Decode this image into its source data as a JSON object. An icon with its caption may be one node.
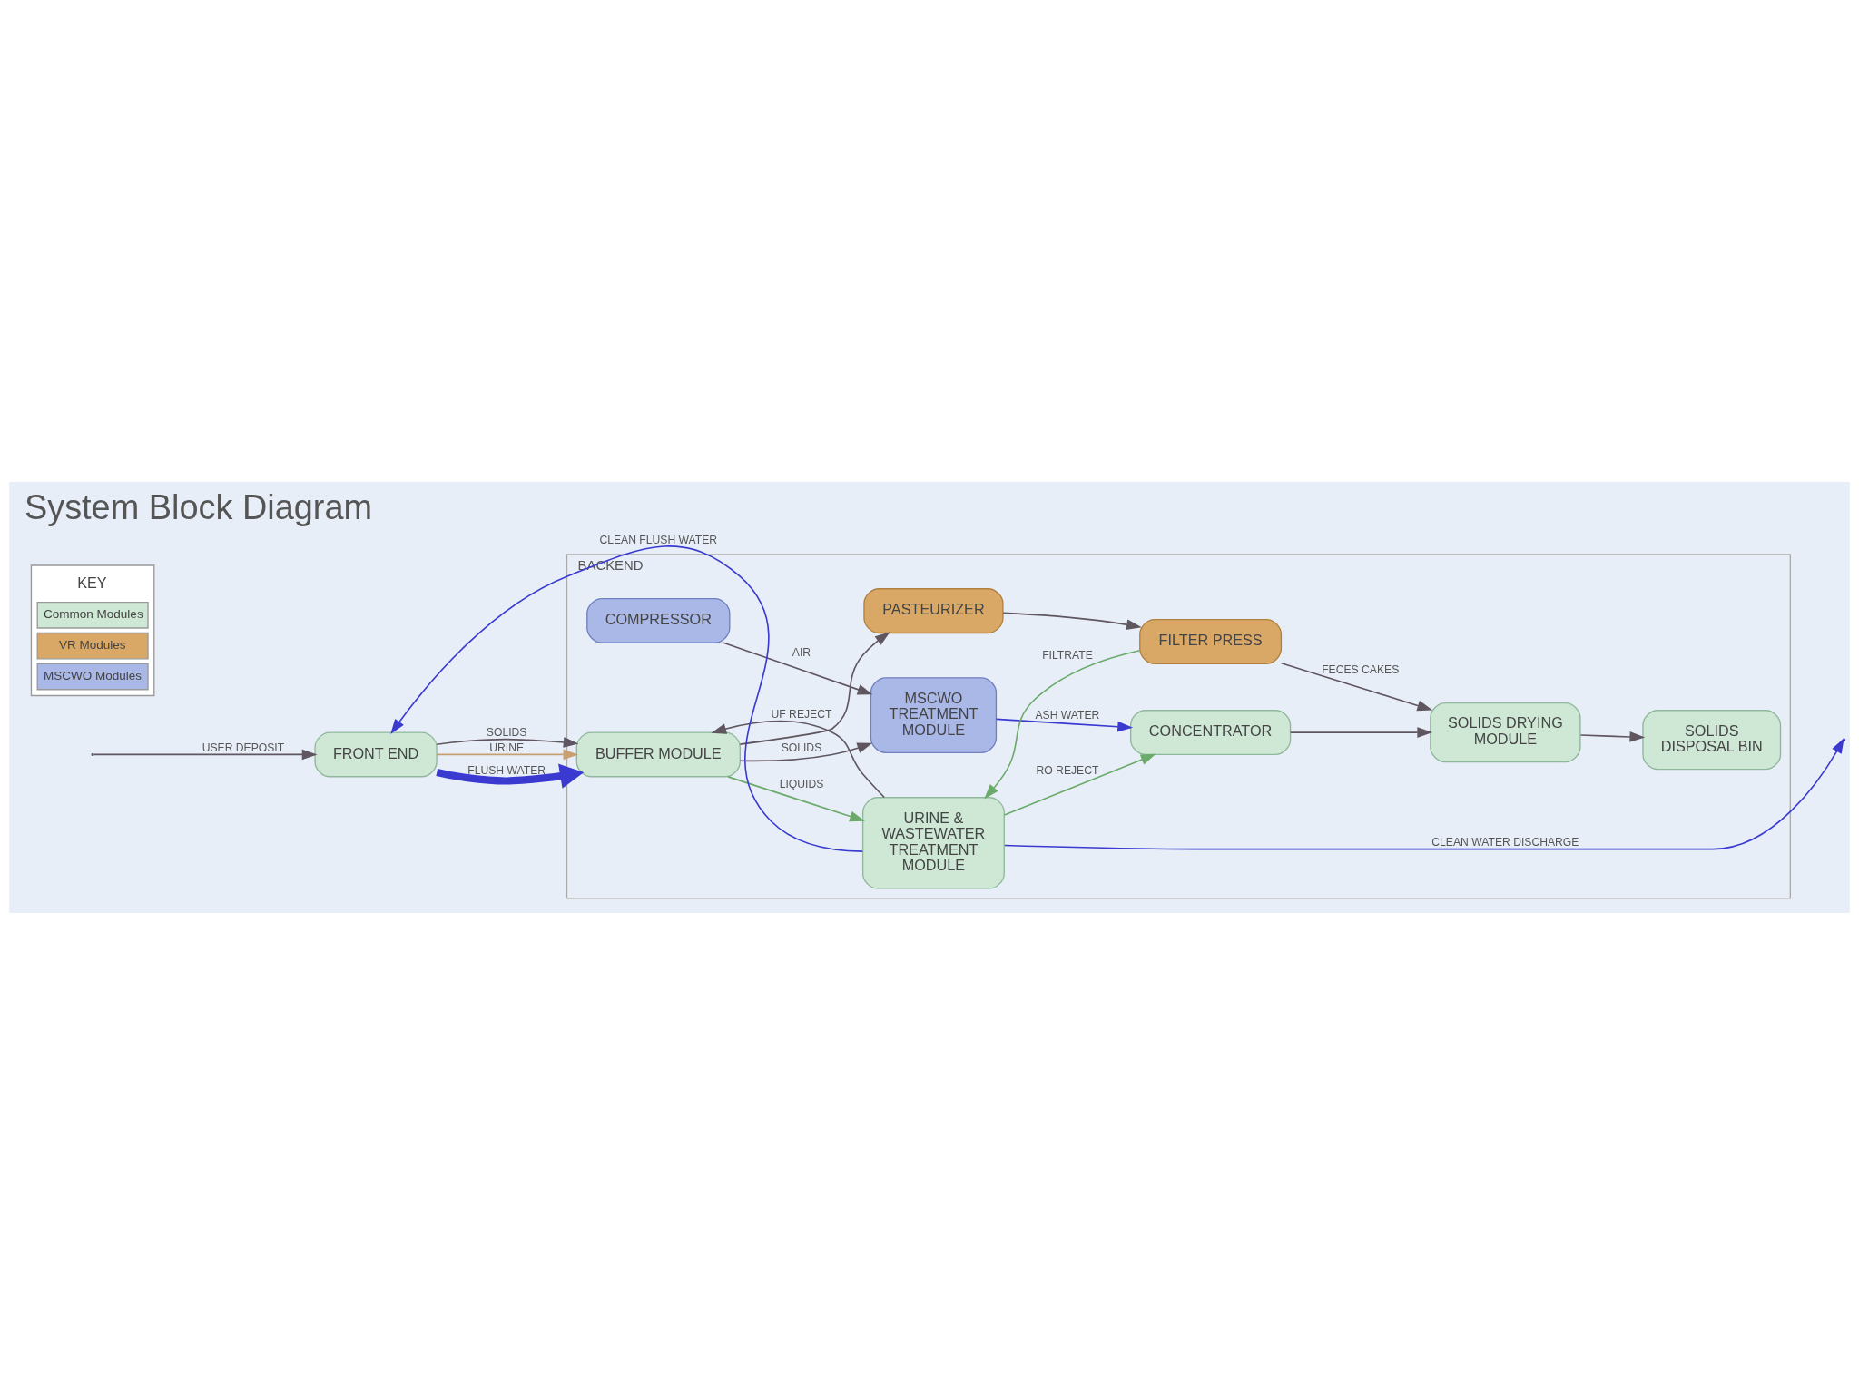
{
  "diagram": {
    "title": "System Block Diagram",
    "nodes": [
      {
        "text": [
          "BACKEND"
        ]
      },
      {
        "text": [
          "FRONT END"
        ]
      },
      {
        "text": [
          "COMPRESSOR"
        ],
        "in": 0
      },
      {
        "text": [
          "MSCWO TREATMENT MODULE"
        ],
        "in": 0
      },
      {
        "text": [
          "BUFFER MODULE"
        ],
        "in": 0
      },
      {
        "text": [
          "URINE & WASTEWATER TREATMENT MODULE"
        ],
        "in": 0
      },
      {
        "text": [
          "CONCENTRATOR"
        ],
        "in": 0
      },
      {
        "text": [
          "SOLIDS DRYING MODULE"
        ],
        "in": 0
      },
      {
        "text": [
          "SOLIDS DISPOSAL BIN"
        ],
        "in": 0
      },
      {
        "text": [
          "PASTEURIZER"
        ],
        "in": 0
      },
      {
        "text": [
          "FILTER PRESS"
        ],
        "in": 0
      }
    ],
    "edges": [
      {
        "from": null,
        "to": 1,
        "arrow": "to",
        "label": "USER DEPOSIT"
      },
      {
        "from": 1,
        "to": 4,
        "arrow": "to",
        "label": "URINE",
        "color": "#c8a070"
      },
      {
        "from": 1,
        "to": 4,
        "arrow": "to",
        "label": "FLUSH WATER",
        "color": "#3a3ad0",
        "style": "thick"
      },
      {
        "from": 1,
        "to": 4,
        "arrow": "to",
        "label": "SOLIDS"
      },
      {
        "from": 4,
        "to": 3,
        "arrow": "to",
        "label": "SOLIDS"
      },
      {
        "from": 2,
        "to": 3,
        "arrow": "to",
        "label": "AIR"
      },
      {
        "from": 3,
        "to": 6,
        "arrow": "to",
        "label": "ASH WATER",
        "color": "#3a3ad0"
      },
      {
        "from": 4,
        "to": 5,
        "arrow": "to",
        "label": "LIQUIDS",
        "color": "#6aaa6a"
      },
      {
        "from": 5,
        "to": 4,
        "arrow": "to",
        "label": "UF REJECT"
      },
      {
        "from": 5,
        "to": 6,
        "arrow": "to",
        "label": "RO REJECT",
        "color": "#6aaa6a"
      },
      {
        "from": 5,
        "to": 1,
        "arrow": "to",
        "label": "CLEAN FLUSH WATER",
        "color": "#3a3ad0"
      },
      {
        "from": 5,
        "to": null,
        "arrow": "to",
        "label": "CLEAN WATER DISCHARGE",
        "color": "#3a3ad0"
      },
      {
        "from": 4,
        "to": 9,
        "arrow": "to"
      },
      {
        "from": 9,
        "to": 10,
        "arrow": "to"
      },
      {
        "from": 10,
        "to": 5,
        "arrow": "to",
        "label": "FILTRATE",
        "color": "#6aaa6a"
      },
      {
        "from": 10,
        "to": 7,
        "arrow": "to",
        "label": "FECES CAKES"
      },
      {
        "from": 6,
        "to": 7,
        "arrow": "to"
      },
      {
        "from": 7,
        "to": 8,
        "arrow": "to"
      }
    ],
    "labels": [
      "KEY"
    ],
    "legend": [
      {
        "text": "Common Modules",
        "color": "#cfe8d6"
      },
      {
        "text": "VR Modules",
        "color": "#d9a866"
      },
      {
        "text": "MSCWO Modules",
        "color": "#aab8e8"
      }
    ]
  }
}
